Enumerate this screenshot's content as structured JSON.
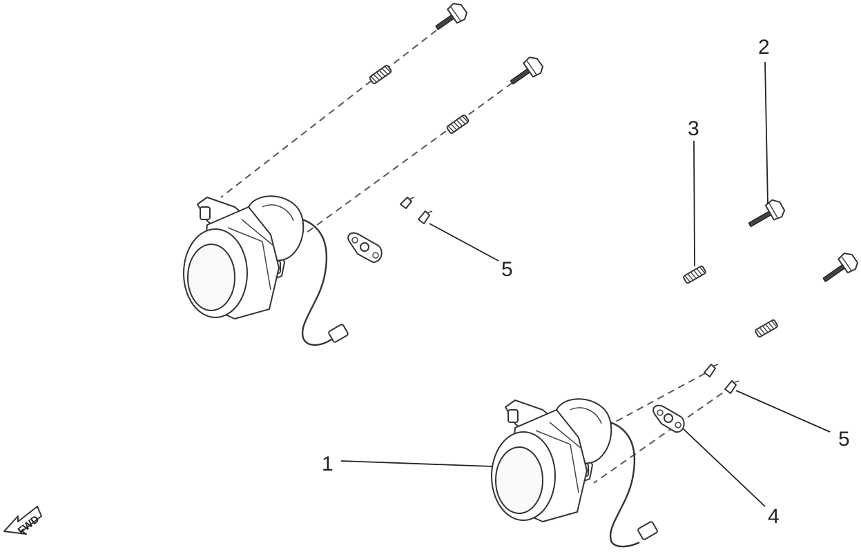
{
  "callouts": {
    "c1": "1",
    "c2": "2",
    "c3": "3",
    "c4": "4",
    "c5a": "5",
    "c5b": "5"
  },
  "direction": {
    "label": "FWD",
    "icon": "forward-arrow-icon"
  },
  "parts": [
    {
      "callout": "1",
      "icon": "fog-lamp-icon"
    },
    {
      "callout": "2",
      "icon": "knob-bolt-icon"
    },
    {
      "callout": "3",
      "icon": "spring-icon"
    },
    {
      "callout": "4",
      "icon": "mounting-bracket-icon"
    },
    {
      "callout": "5",
      "icon": "rivet-icon"
    }
  ]
}
